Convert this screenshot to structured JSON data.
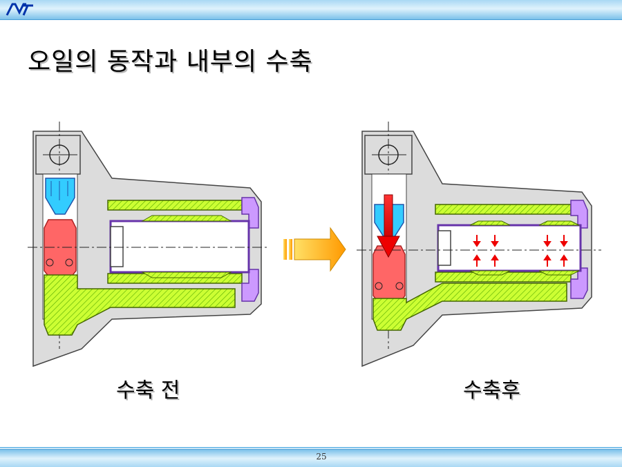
{
  "header": {
    "logo_alt": "NT logo"
  },
  "title": "오일의 동작과 내부의 수축",
  "diagrams": {
    "before_label": "수축 전",
    "after_label": "수축후"
  },
  "footer": {
    "page_number": "25"
  },
  "colors": {
    "body": "#dcdcdc",
    "hatch": "#ccff33",
    "seal": "#cc99ff",
    "piston_cyan": "#33ccff",
    "piston_red": "#ff6666",
    "arrow_red": "#ff0000",
    "direction_arrow": "#ffcc00"
  },
  "icons": {
    "direction": "right-arrow-icon",
    "pressure": "red-arrow-icon"
  }
}
